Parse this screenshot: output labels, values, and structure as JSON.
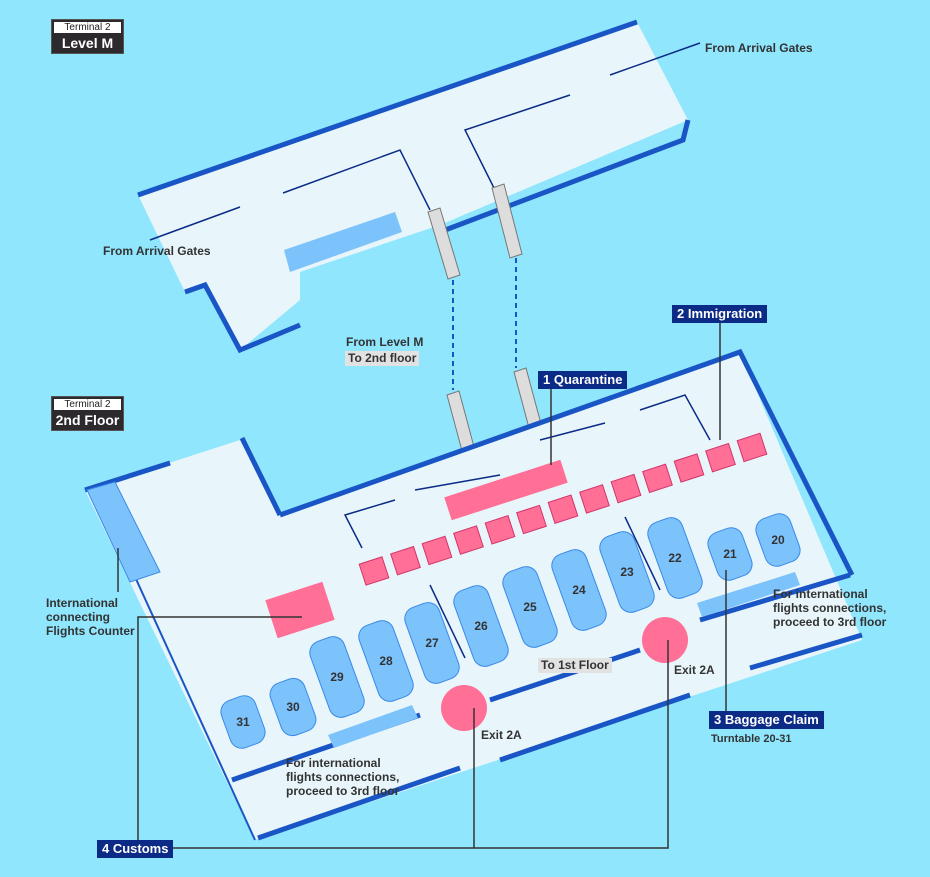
{
  "level_m": {
    "terminal": "Terminal 2",
    "floor": "Level M",
    "from_arrival_gates_1": "From  Arrival Gates",
    "from_arrival_gates_2": "From  Arrival Gates"
  },
  "second_floor": {
    "terminal": "Terminal 2",
    "floor": "2nd Floor"
  },
  "from_level_m": "From  Level M",
  "to_2nd_floor": "To 2nd floor",
  "steps": {
    "quarantine": "1 Quarantine",
    "immigration": "2 Immigration",
    "baggage_claim": "3 Baggage Claim",
    "customs": "4 Customs"
  },
  "turntable_note": "Turntable 20-31",
  "international_counter": [
    "International",
    "connecting",
    "Flights Counter"
  ],
  "connection_note": [
    "For international",
    "flights connections,",
    "proceed to 3rd floor"
  ],
  "to_1st_floor": "To 1st Floor",
  "exit_label": "Exit 2A",
  "carousels": [
    "31",
    "30",
    "29",
    "28",
    "27",
    "26",
    "25",
    "24",
    "23",
    "22",
    "21",
    "20"
  ],
  "colors": {
    "background": "#8fe6fd",
    "floor": "#e8f6fb",
    "wall": "#1a55c6",
    "carousel": "#7cc2fb",
    "booth": "#ff6f96",
    "label_bg": "#0c2b86"
  }
}
